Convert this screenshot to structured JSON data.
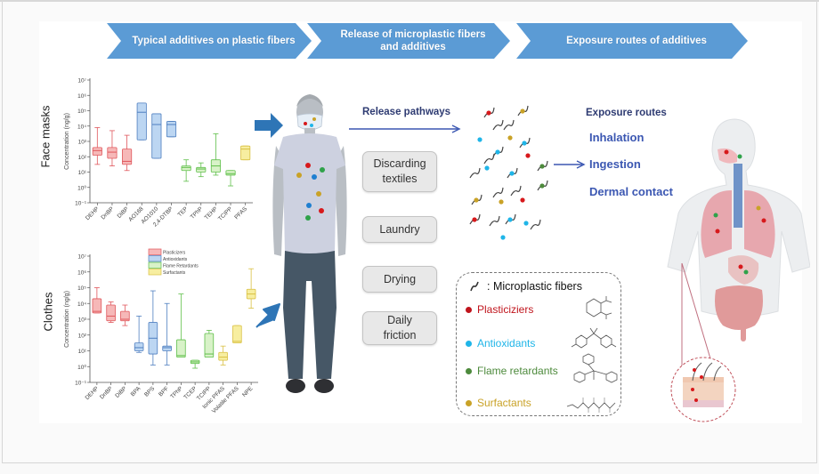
{
  "stages": [
    {
      "label": "Typical additives on plastic fibers"
    },
    {
      "label": "Release of microplastic fibers and additives",
      "line1": "Release of microplastic fibers",
      "line2": "and additives"
    },
    {
      "label": "Exposure routes of additives"
    }
  ],
  "colors": {
    "chevron": "#5b9bd5",
    "arrow_blue": "#2e75b6",
    "plasticizers": "#d7191c",
    "antioxidants": "#1fb5e8",
    "flame_retardants": "#4d8a3c",
    "surfactants": "#c9a227",
    "route_text": "#3b57b2",
    "heading_text": "#2e3b72"
  },
  "row_labels": {
    "face_masks": "Face masks",
    "clothes": "Clothes"
  },
  "chart_data": [
    {
      "type": "box",
      "title": "Face masks",
      "ylabel": "Concentration (ng/g)",
      "yscale": "log",
      "ylim_exp": [
        -1,
        7
      ],
      "yticks": [
        "10⁻¹",
        "10⁰",
        "10¹",
        "10²",
        "10³",
        "10⁴",
        "10⁵",
        "10⁶",
        "10⁷"
      ],
      "categories": [
        "DEHP",
        "DnBP",
        "DiBP",
        "AO168",
        "AO1010",
        "2,4-DTBP",
        "TEP",
        "TPhP",
        "TEHP",
        "TCIPP",
        "PFAS"
      ],
      "groups": [
        "Plasticizers",
        "Plasticizers",
        "Plasticizers",
        "Antioxidants",
        "Antioxidants",
        "Antioxidants",
        "Flame Retardants",
        "Flame Retardants",
        "Flame Retardants",
        "Flame Retardants",
        "Surfactants"
      ],
      "boxes_log10": [
        {
          "min": 1.5,
          "q1": 2.1,
          "median": 2.4,
          "q3": 2.6,
          "max": 3.9
        },
        {
          "min": 1.4,
          "q1": 1.9,
          "median": 2.3,
          "q3": 2.6,
          "max": 3.7
        },
        {
          "min": 1.1,
          "q1": 1.5,
          "median": 1.7,
          "q3": 2.5,
          "max": 3.4
        },
        {
          "min": 3.1,
          "q1": 3.1,
          "median": 4.9,
          "q3": 5.5,
          "max": 5.5
        },
        {
          "min": 1.9,
          "q1": 1.9,
          "median": 4.1,
          "q3": 4.8,
          "max": 4.8
        },
        {
          "min": 3.3,
          "q1": 3.3,
          "median": 4.1,
          "q3": 4.3,
          "max": 4.3
        },
        {
          "min": 0.4,
          "q1": 1.1,
          "median": 1.3,
          "q3": 1.4,
          "max": 1.8
        },
        {
          "min": 0.7,
          "q1": 1.0,
          "median": 1.2,
          "q3": 1.3,
          "max": 1.6
        },
        {
          "min": 0.8,
          "q1": 1.0,
          "median": 1.4,
          "q3": 1.8,
          "max": 3.5
        },
        {
          "min": 0.1,
          "q1": 0.8,
          "median": 0.9,
          "q3": 1.1,
          "max": 1.1
        },
        {
          "min": 1.8,
          "q1": 1.8,
          "median": 2.5,
          "q3": 2.7,
          "max": 2.7
        }
      ]
    },
    {
      "type": "box",
      "title": "Clothes",
      "ylabel": "Concentration (ng/g)",
      "yscale": "log",
      "ylim_exp": [
        -1,
        7
      ],
      "yticks": [
        "10⁻¹",
        "10⁰",
        "10¹",
        "10²",
        "10³",
        "10⁴",
        "10⁵",
        "10⁶",
        "10⁷"
      ],
      "legend": [
        "Plasticizers",
        "Antioxidants",
        "Flame Retardants",
        "Surfactants"
      ],
      "legend_position": "top-center",
      "categories": [
        "DEHP",
        "DnBP",
        "DiBP",
        "BPA",
        "BPS",
        "BPF",
        "TPhP",
        "TCEP",
        "TCIPP",
        "Ionic PFAS",
        "Volatile PFAS",
        "NPE"
      ],
      "groups": [
        "Plasticizers",
        "Plasticizers",
        "Plasticizers",
        "Antioxidants",
        "Antioxidants",
        "Antioxidants",
        "Flame Retardants",
        "Flame Retardants",
        "Flame Retardants",
        "Surfactants",
        "Surfactants",
        "Surfactants"
      ],
      "boxes_log10": [
        {
          "min": 3.4,
          "q1": 3.4,
          "median": 3.5,
          "q3": 4.3,
          "max": 5.0
        },
        {
          "min": 2.8,
          "q1": 2.9,
          "median": 3.2,
          "q3": 3.9,
          "max": 4.1
        },
        {
          "min": 2.6,
          "q1": 2.9,
          "median": 3.0,
          "q3": 3.5,
          "max": 3.9
        },
        {
          "min": 0.9,
          "q1": 1.0,
          "median": 1.2,
          "q3": 1.5,
          "max": 3.2
        },
        {
          "min": 0.1,
          "q1": 0.8,
          "median": 1.8,
          "q3": 2.8,
          "max": 4.8
        },
        {
          "min": 0.1,
          "q1": 1.0,
          "median": 1.2,
          "q3": 1.3,
          "max": 4.0
        },
        {
          "min": 0.6,
          "q1": 0.6,
          "median": 0.7,
          "q3": 1.7,
          "max": 4.6
        },
        {
          "min": -0.1,
          "q1": 0.2,
          "median": 0.3,
          "q3": 0.4,
          "max": 0.4
        },
        {
          "min": 0.6,
          "q1": 0.6,
          "median": 0.8,
          "q3": 2.1,
          "max": 2.3
        },
        {
          "min": 0.1,
          "q1": 0.4,
          "median": 0.6,
          "q3": 0.9,
          "max": 1.3
        },
        {
          "min": 1.5,
          "q1": 1.5,
          "median": 1.6,
          "q3": 2.6,
          "max": 2.6
        },
        {
          "min": 3.7,
          "q1": 4.3,
          "median": 4.6,
          "q3": 4.9,
          "max": 6.2
        }
      ]
    }
  ],
  "release": {
    "heading": "Release pathways",
    "pathways": [
      {
        "line1": "Discarding",
        "line2": "textiles"
      },
      {
        "line1": "Laundry",
        "line2": ""
      },
      {
        "line1": "Drying",
        "line2": ""
      },
      {
        "line1": "Daily",
        "line2": "friction"
      }
    ]
  },
  "legend": {
    "fiber_label": ": Microplastic fibers",
    "items": [
      {
        "label": "Plasticiziers",
        "color": "#c0141c",
        "structure": "phthalic-acid"
      },
      {
        "label": "Antioxidants",
        "color": "#1fb5e8",
        "structure": "bisphenol-a"
      },
      {
        "label": "Flame retardants",
        "color": "#4d8a3c",
        "structure": "triphenyl-phosphate"
      },
      {
        "label": "Surfactants",
        "color": "#c9a227",
        "structure": "fluorotelomer-alcohol"
      }
    ]
  },
  "exposure": {
    "heading": "Exposure routes",
    "routes": [
      "Inhalation",
      "Ingestion",
      "Dermal contact"
    ]
  }
}
